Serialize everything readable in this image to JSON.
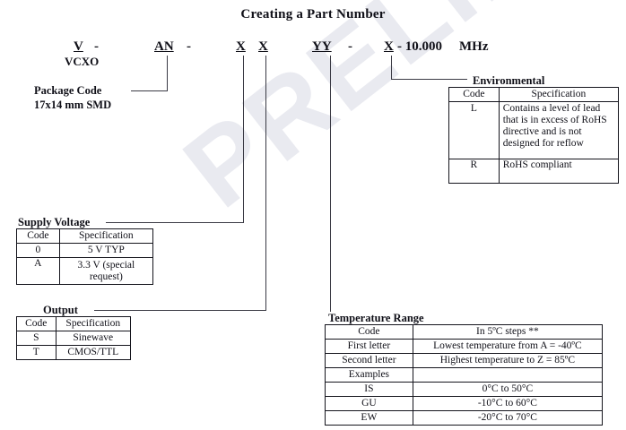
{
  "document": {
    "title": "Creating a Part Number",
    "watermark": "PRELIMINARY"
  },
  "part_number": {
    "segments": [
      {
        "code": "V",
        "sub": "VCXO"
      },
      {
        "code": "-",
        "sub": ""
      },
      {
        "code": "AN",
        "sub": ""
      },
      {
        "code": "-",
        "sub": ""
      },
      {
        "code": "X",
        "sub": ""
      },
      {
        "code": "X",
        "sub": ""
      },
      {
        "code": "YY",
        "sub": ""
      },
      {
        "code": "-",
        "sub": ""
      },
      {
        "code": "X",
        "sub": ""
      },
      {
        "code": "- 10.000",
        "sub": ""
      },
      {
        "code": "MHz",
        "sub": ""
      }
    ]
  },
  "package_code": {
    "label": "Package Code",
    "value": "17x14 mm SMD"
  },
  "environmental": {
    "caption": "Environmental",
    "headers": [
      "Code",
      "Specification"
    ],
    "rows": [
      {
        "code": "L",
        "spec": "Contains a level of lead that is in excess of RoHS directive and is not designed for reflow"
      },
      {
        "code": "R",
        "spec": "RoHS compliant"
      }
    ]
  },
  "supply_voltage": {
    "caption": "Supply Voltage",
    "headers": [
      "Code",
      "Specification"
    ],
    "rows": [
      {
        "code": "0",
        "spec": "5 V TYP"
      },
      {
        "code": "A",
        "spec": "3.3 V (special request)"
      }
    ]
  },
  "output": {
    "caption": "Output",
    "headers": [
      "Code",
      "Specification"
    ],
    "rows": [
      {
        "code": "S",
        "spec": "Sinewave"
      },
      {
        "code": "T",
        "spec": "CMOS/TTL"
      }
    ]
  },
  "temperature_range": {
    "caption": "Temperature Range",
    "headers": [
      "Code",
      "In 5ºC steps **"
    ],
    "rows": [
      {
        "code": "First letter",
        "spec": "Lowest temperature from A = -40ºC"
      },
      {
        "code": "Second letter",
        "spec": "Highest temperature to Z = 85ºC"
      },
      {
        "code": "Examples",
        "spec": ""
      },
      {
        "code": "IS",
        "spec": "0°C to 50°C"
      },
      {
        "code": "GU",
        "spec": "-10°C to 60°C"
      },
      {
        "code": "EW",
        "spec": "-20°C to 70°C"
      }
    ]
  },
  "colors": {
    "text": "#101018",
    "rule": "#3a3a44",
    "border": "#14141c",
    "watermark": "#e9eaf0"
  }
}
